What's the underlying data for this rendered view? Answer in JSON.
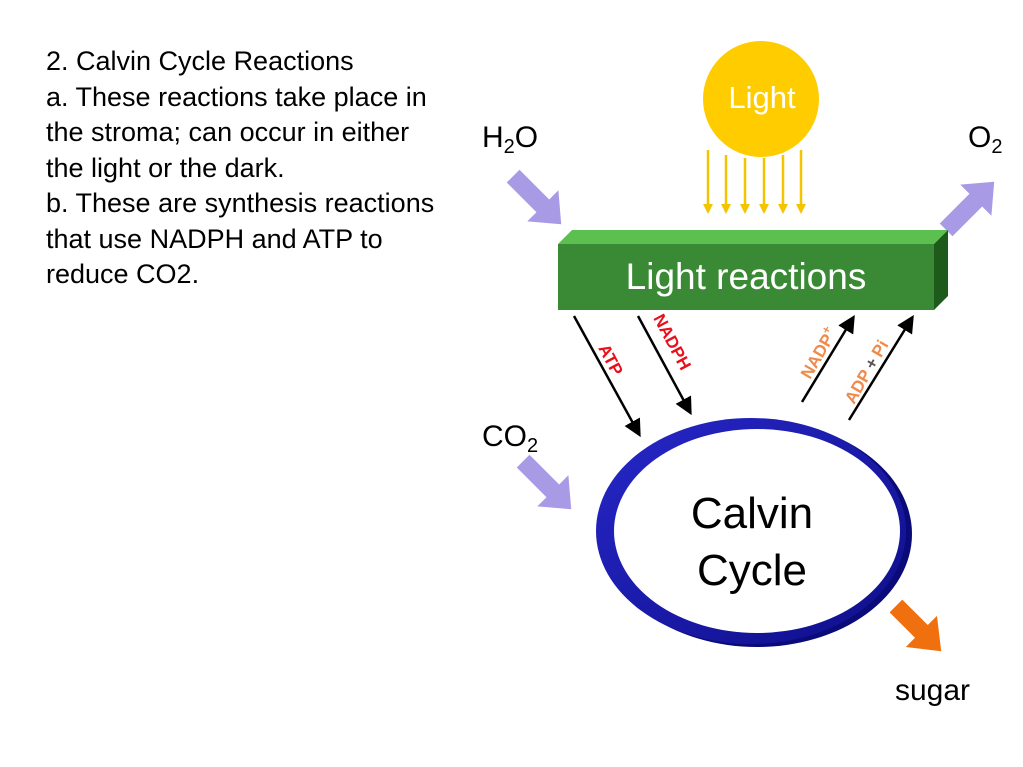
{
  "slide": {
    "title_line": "2. Calvin Cycle Reactions",
    "point_a": "a. These reactions take place in the stroma; can occur in either the light or the dark.",
    "point_b": "b. These are synthesis reactions that use NADPH and ATP to reduce CO2."
  },
  "diagram": {
    "light": "Light",
    "h2o": {
      "main": "H",
      "sub": "2",
      "tail": "O"
    },
    "o2": {
      "main": "O",
      "sub": "2"
    },
    "co2": {
      "main": "CO",
      "sub": "2"
    },
    "light_reactions": "Light reactions",
    "calvin_line1": "Calvin",
    "calvin_line2": "Cycle",
    "sugar": "sugar",
    "atp": "ATP",
    "nadph": "NADPH",
    "nadp_plus": "NADP",
    "nadp_sup": "+",
    "adp": "ADP",
    "plus": "+",
    "pi": "Pi"
  },
  "colors": {
    "sun": "#FFCC00",
    "sun_rays": "#F5C400",
    "green_box": "#3A8A35",
    "ring": "#1A1AAE",
    "input_arrows": "#A99AE6",
    "sugar_arrow": "#F07010",
    "label_red": "#E8101A",
    "label_orange": "#F08A4A"
  }
}
